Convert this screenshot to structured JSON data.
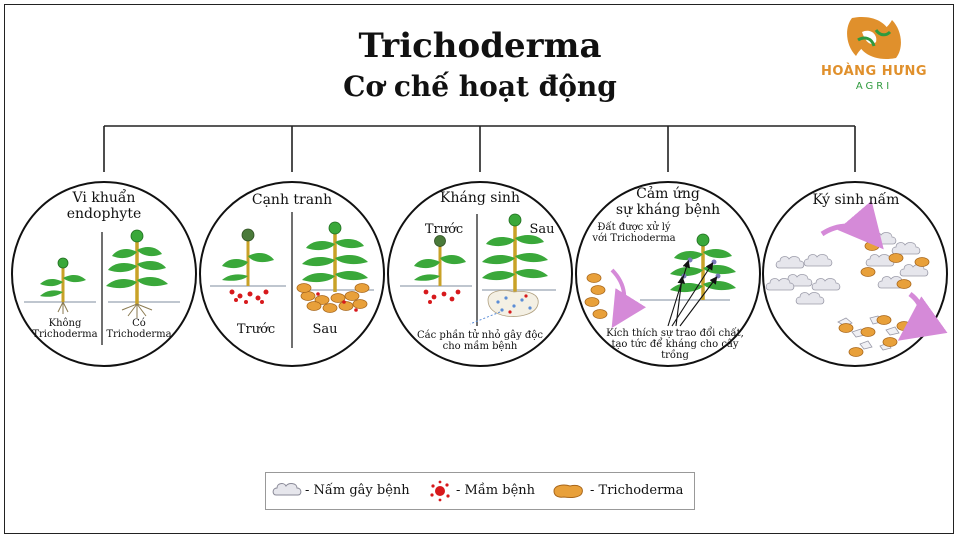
{
  "title": {
    "line1": "Trichoderma",
    "line2": "Cơ chế hoạt động"
  },
  "logo": {
    "name": "HOÀNG HƯNG",
    "sub": "AGRI"
  },
  "panels": [
    {
      "title": "Vi khuẩn\nendophyte",
      "left_label": "Không\nTrichoderma",
      "right_label": "Có\nTrichoderma"
    },
    {
      "title": "Cạnh tranh",
      "left_label": "Trước",
      "right_label": "Sau"
    },
    {
      "title": "Kháng sinh",
      "left_label": "Trước",
      "right_label": "Sau",
      "note": "Các phần tử nhỏ gây độc\ncho mầm bệnh"
    },
    {
      "title": "Cảm ứng\nsự kháng bệnh",
      "top_note": "Đất được xử lý\nvới Trichoderma",
      "bottom_note": "Kích thích sự trao đổi chất,\ntạo tức để kháng cho cây\ntrồng"
    },
    {
      "title": "Ký sinh nấm"
    }
  ],
  "legend": [
    {
      "label": "- Nấm gây bệnh",
      "icon": "fungus-cloud-icon"
    },
    {
      "label": "- Mầm bệnh",
      "icon": "pathogen-splat-icon"
    },
    {
      "label": "- Trichoderma",
      "icon": "trichoderma-blob-icon"
    }
  ],
  "colors": {
    "stem": "#c9a227",
    "leaf": "#3aa83a",
    "pathogen": "#d7191c",
    "trichoderma": "#e59a2f",
    "fungus": "#e4e4ea",
    "arrow": "#d58ad8",
    "logo_orange": "#e0902c",
    "logo_green": "#2f9a3e"
  }
}
